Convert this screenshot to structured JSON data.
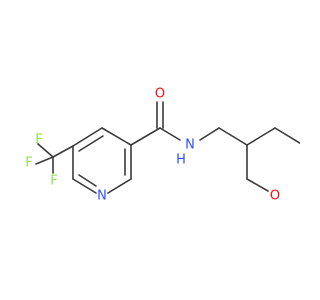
{
  "atom_colors": {
    "N": "#3050f8",
    "O": "#ff0d0d",
    "F": "#90e050"
  },
  "atoms": [
    {
      "id": "o-carbonyl",
      "element": "O",
      "label": "O"
    },
    {
      "id": "n-amide",
      "element": "N",
      "label": "N"
    },
    {
      "id": "h-amide",
      "element": "N",
      "label": "H"
    },
    {
      "id": "n-pyridine",
      "element": "N",
      "label": "N"
    },
    {
      "id": "o-oxane",
      "element": "O",
      "label": "O"
    },
    {
      "id": "f-1",
      "element": "F",
      "label": "F"
    },
    {
      "id": "f-2",
      "element": "F",
      "label": "F"
    },
    {
      "id": "f-3",
      "element": "F",
      "label": "F"
    }
  ]
}
